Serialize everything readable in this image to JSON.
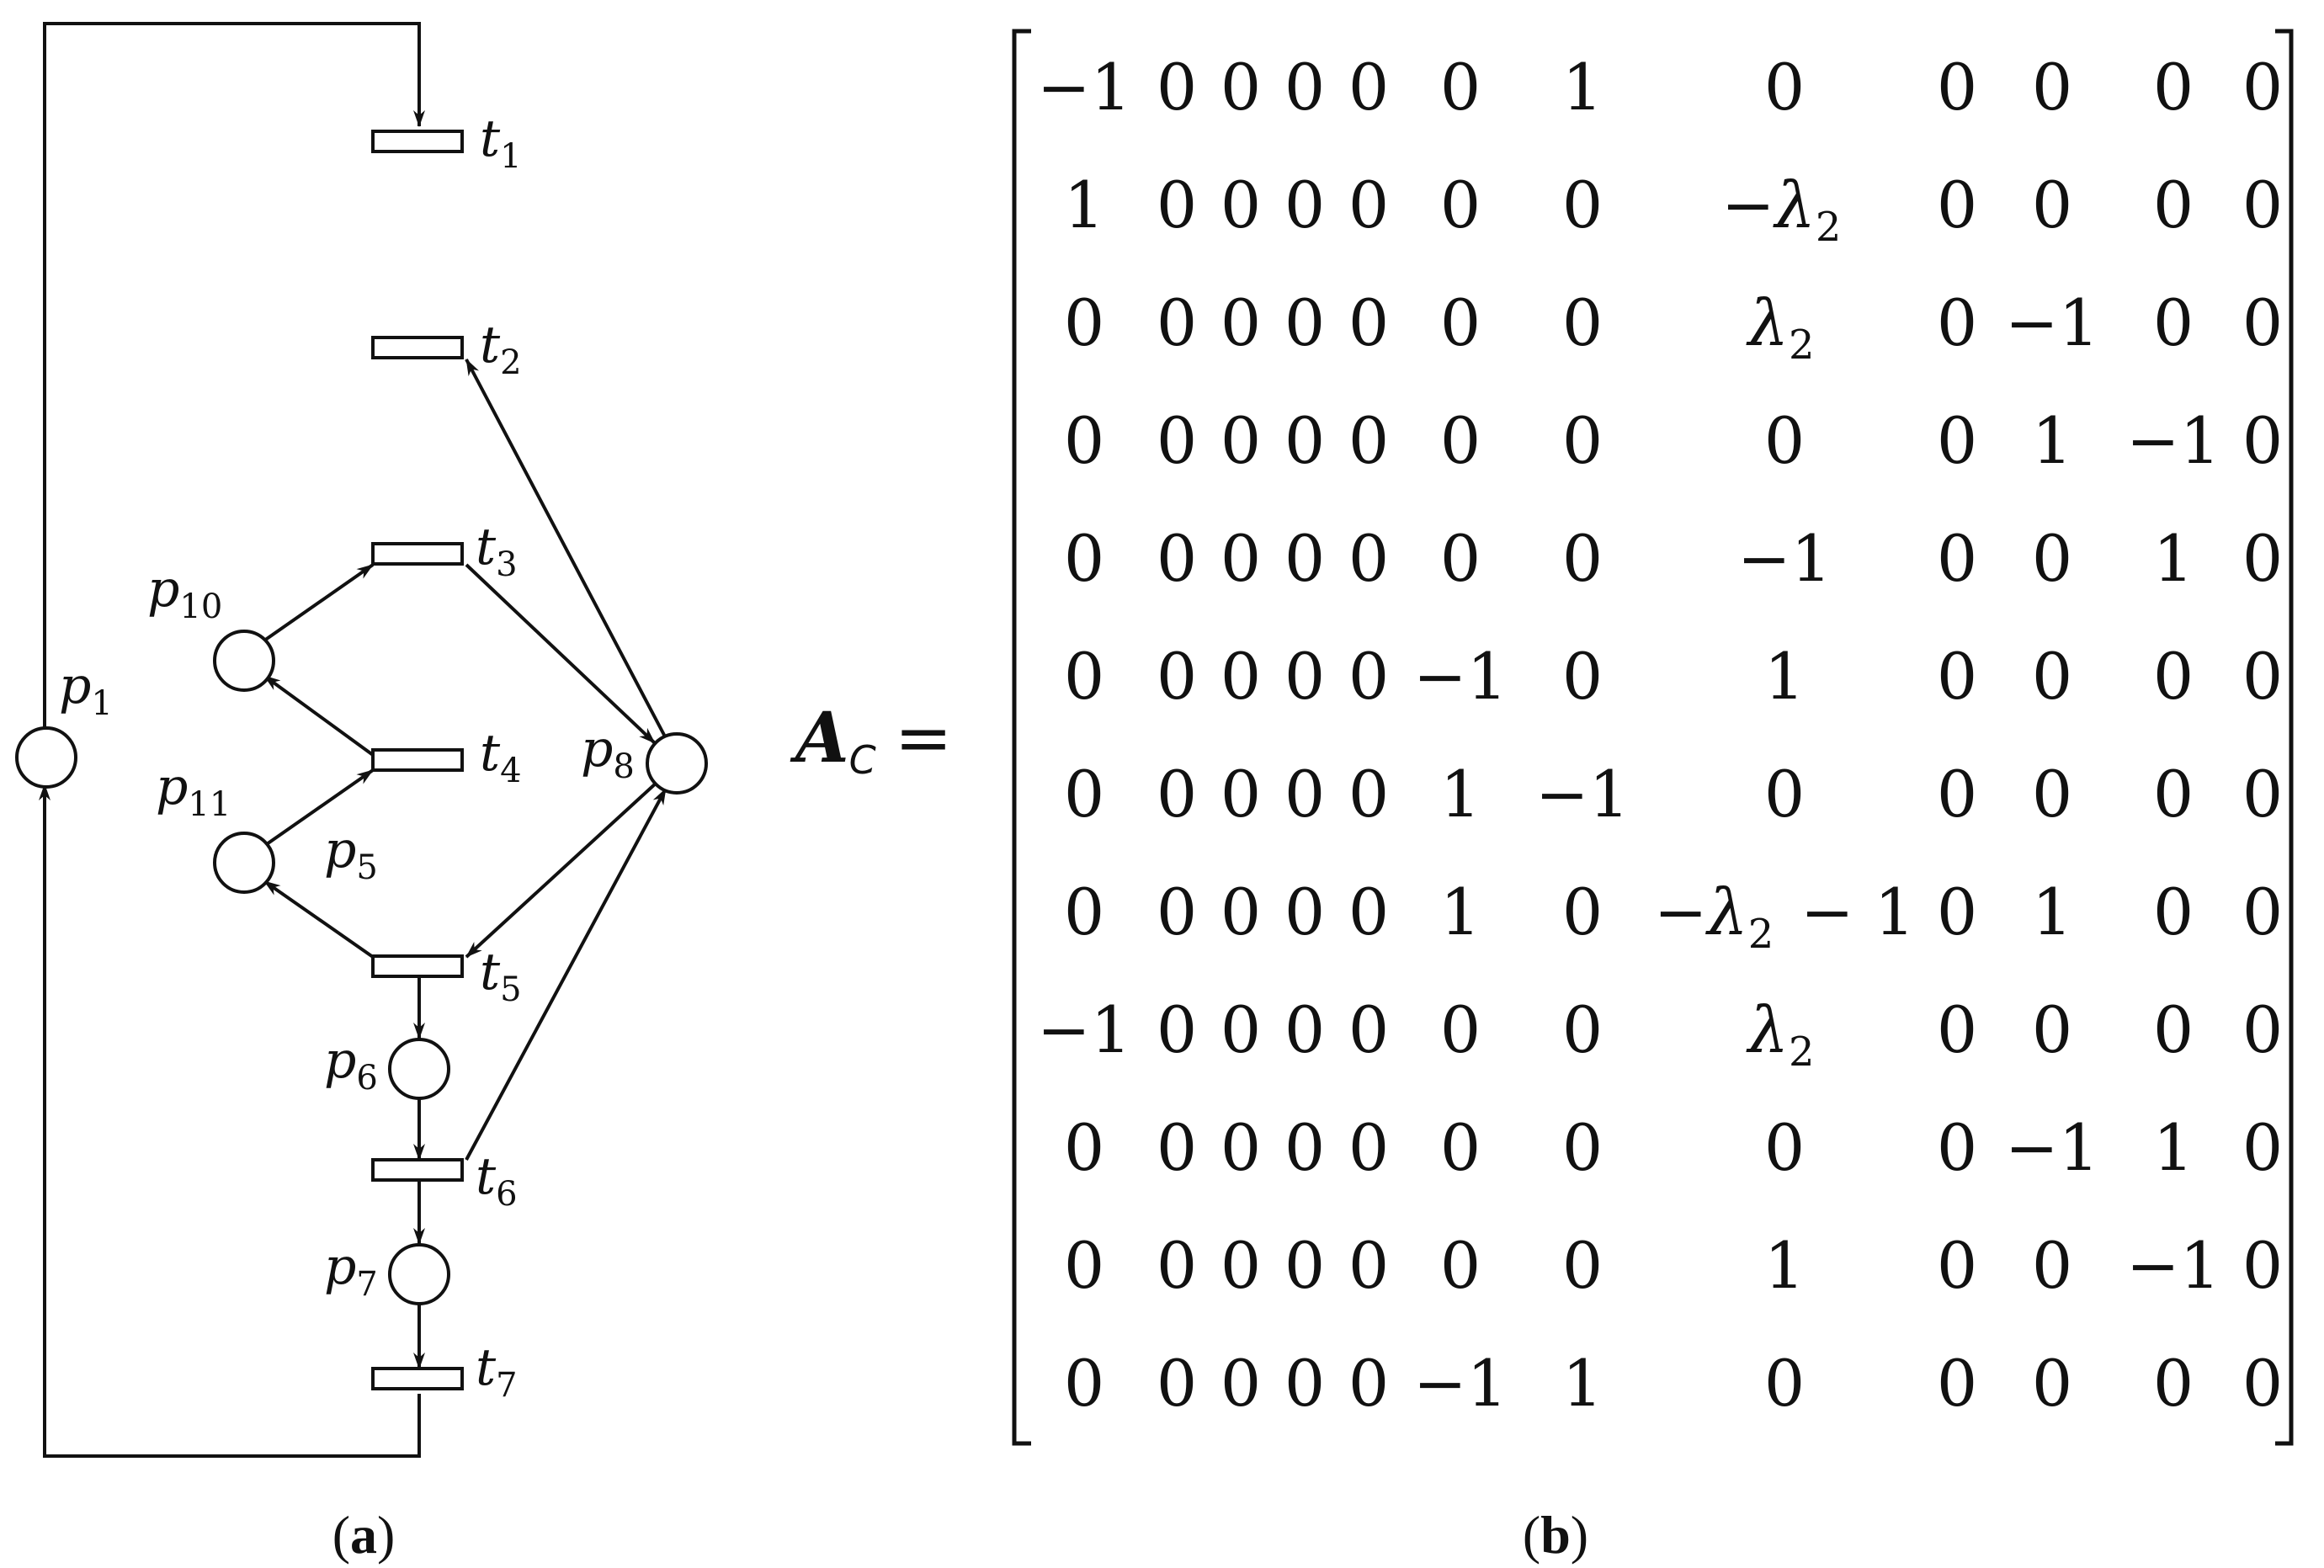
{
  "panel_a": {
    "caption_letter": "a",
    "places": {
      "p1": {
        "name": "p",
        "sub": "1"
      },
      "p5": {
        "name": "p",
        "sub": "5"
      },
      "p6": {
        "name": "p",
        "sub": "6"
      },
      "p7": {
        "name": "p",
        "sub": "7"
      },
      "p8": {
        "name": "p",
        "sub": "8"
      },
      "p10": {
        "name": "p",
        "sub": "10"
      },
      "p11": {
        "name": "p",
        "sub": "11"
      }
    },
    "transitions": {
      "t1": {
        "name": "t",
        "sub": "1"
      },
      "t2": {
        "name": "t",
        "sub": "2"
      },
      "t3": {
        "name": "t",
        "sub": "3"
      },
      "t4": {
        "name": "t",
        "sub": "4"
      },
      "t5": {
        "name": "t",
        "sub": "5"
      },
      "t6": {
        "name": "t",
        "sub": "6"
      },
      "t7": {
        "name": "t",
        "sub": "7"
      }
    },
    "arcs": [
      {
        "from": "t7",
        "to": "p1"
      },
      {
        "from": "p1",
        "to": "t1"
      },
      {
        "from": "p8",
        "to": "t2"
      },
      {
        "from": "p10",
        "to": "t3"
      },
      {
        "from": "t3",
        "to": "p8"
      },
      {
        "from": "t4",
        "to": "p10"
      },
      {
        "from": "p11",
        "to": "t4"
      },
      {
        "from": "t5",
        "to": "p11"
      },
      {
        "from": "p8",
        "to": "t5"
      },
      {
        "from": "t5",
        "to": "p6"
      },
      {
        "from": "p6",
        "to": "t6"
      },
      {
        "from": "t6",
        "to": "p8"
      },
      {
        "from": "t6",
        "to": "p7"
      },
      {
        "from": "p7",
        "to": "t7"
      }
    ]
  },
  "panel_b": {
    "caption_letter": "b",
    "lhs": {
      "symbol": "A",
      "subscript": "C",
      "equals": "="
    },
    "matrix": [
      [
        "−1",
        "0",
        "0",
        "0",
        "0",
        "0",
        "1",
        "0",
        "0",
        "0",
        "0",
        "0"
      ],
      [
        "1",
        "0",
        "0",
        "0",
        "0",
        "0",
        "0",
        "−λ2",
        "0",
        "0",
        "0",
        "0"
      ],
      [
        "0",
        "0",
        "0",
        "0",
        "0",
        "0",
        "0",
        "λ2",
        "0",
        "−1",
        "0",
        "0"
      ],
      [
        "0",
        "0",
        "0",
        "0",
        "0",
        "0",
        "0",
        "0",
        "0",
        "1",
        "−1",
        "0"
      ],
      [
        "0",
        "0",
        "0",
        "0",
        "0",
        "0",
        "0",
        "−1",
        "0",
        "0",
        "1",
        "0"
      ],
      [
        "0",
        "0",
        "0",
        "0",
        "0",
        "−1",
        "0",
        "1",
        "0",
        "0",
        "0",
        "0"
      ],
      [
        "0",
        "0",
        "0",
        "0",
        "0",
        "1",
        "−1",
        "0",
        "0",
        "0",
        "0",
        "0"
      ],
      [
        "0",
        "0",
        "0",
        "0",
        "0",
        "1",
        "0",
        "−λ2 − 1",
        "0",
        "1",
        "0",
        "0"
      ],
      [
        "−1",
        "0",
        "0",
        "0",
        "0",
        "0",
        "0",
        "λ2",
        "0",
        "0",
        "0",
        "0"
      ],
      [
        "0",
        "0",
        "0",
        "0",
        "0",
        "0",
        "0",
        "0",
        "0",
        "−1",
        "1",
        "0"
      ],
      [
        "0",
        "0",
        "0",
        "0",
        "0",
        "0",
        "0",
        "1",
        "0",
        "0",
        "−1",
        "0"
      ],
      [
        "0",
        "0",
        "0",
        "0",
        "0",
        "−1",
        "1",
        "0",
        "0",
        "0",
        "0",
        "0"
      ]
    ]
  }
}
